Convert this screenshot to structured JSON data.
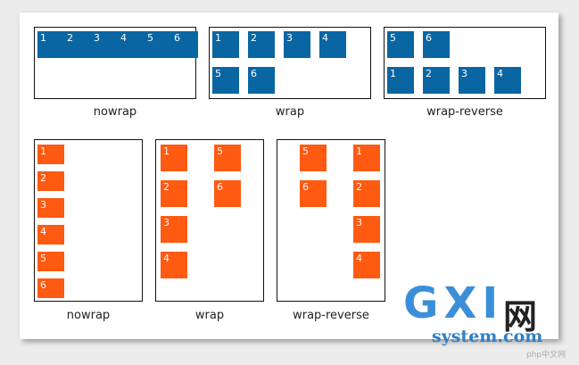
{
  "top": {
    "nowrap": {
      "caption": "nowrap",
      "items": [
        "1",
        "2",
        "3",
        "4",
        "5",
        "6"
      ]
    },
    "wrap": {
      "caption": "wrap",
      "items": [
        "1",
        "2",
        "3",
        "4",
        "5",
        "6"
      ]
    },
    "wrap_reverse": {
      "caption": "wrap-reverse",
      "items": [
        "5",
        "6",
        "1",
        "2",
        "3",
        "4"
      ]
    }
  },
  "bottom": {
    "nowrap": {
      "caption": "nowrap",
      "items": [
        "1",
        "2",
        "3",
        "4",
        "5",
        "6"
      ]
    },
    "wrap": {
      "caption": "wrap",
      "items": [
        "1",
        "2",
        "3",
        "4",
        "5",
        "6"
      ]
    },
    "wrap_reverse": {
      "caption": "wrap-reverse",
      "items": [
        "5",
        "6",
        "1",
        "2",
        "3",
        "4"
      ]
    }
  },
  "watermark": {
    "logo_text": "GXI",
    "logo_cn": "网",
    "site": "system.com",
    "small": "php中文网"
  },
  "colors": {
    "blue": "#0a66a3",
    "orange": "#ff5a12"
  }
}
